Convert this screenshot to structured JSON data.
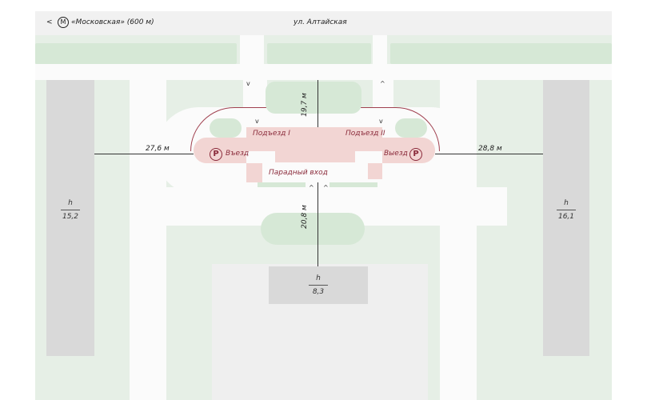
{
  "header": {
    "back_label": "<",
    "metro_icon": "metro-icon",
    "metro_station": "«Московская» (600 м)",
    "street": "ул. Алтайская"
  },
  "labels": {
    "entrance_1": "Подъезд I",
    "entrance_2": "Подъезд II",
    "entry": "Въезд",
    "exit": "Выезд",
    "main_entrance": "Парадный вход",
    "parking": "P"
  },
  "dimensions": {
    "left": "27,6 м",
    "right": "28,8 м",
    "top": "19,7 м",
    "front": "20,8 м"
  },
  "heights": [
    {
      "label": "h",
      "value": "15,2"
    },
    {
      "label": "h",
      "value": "16,1"
    },
    {
      "label": "h",
      "value": "8,3"
    }
  ],
  "colors": {
    "accent": "#8a2a3a",
    "building": "#f2d5d3",
    "green": "#d6e8d6"
  }
}
